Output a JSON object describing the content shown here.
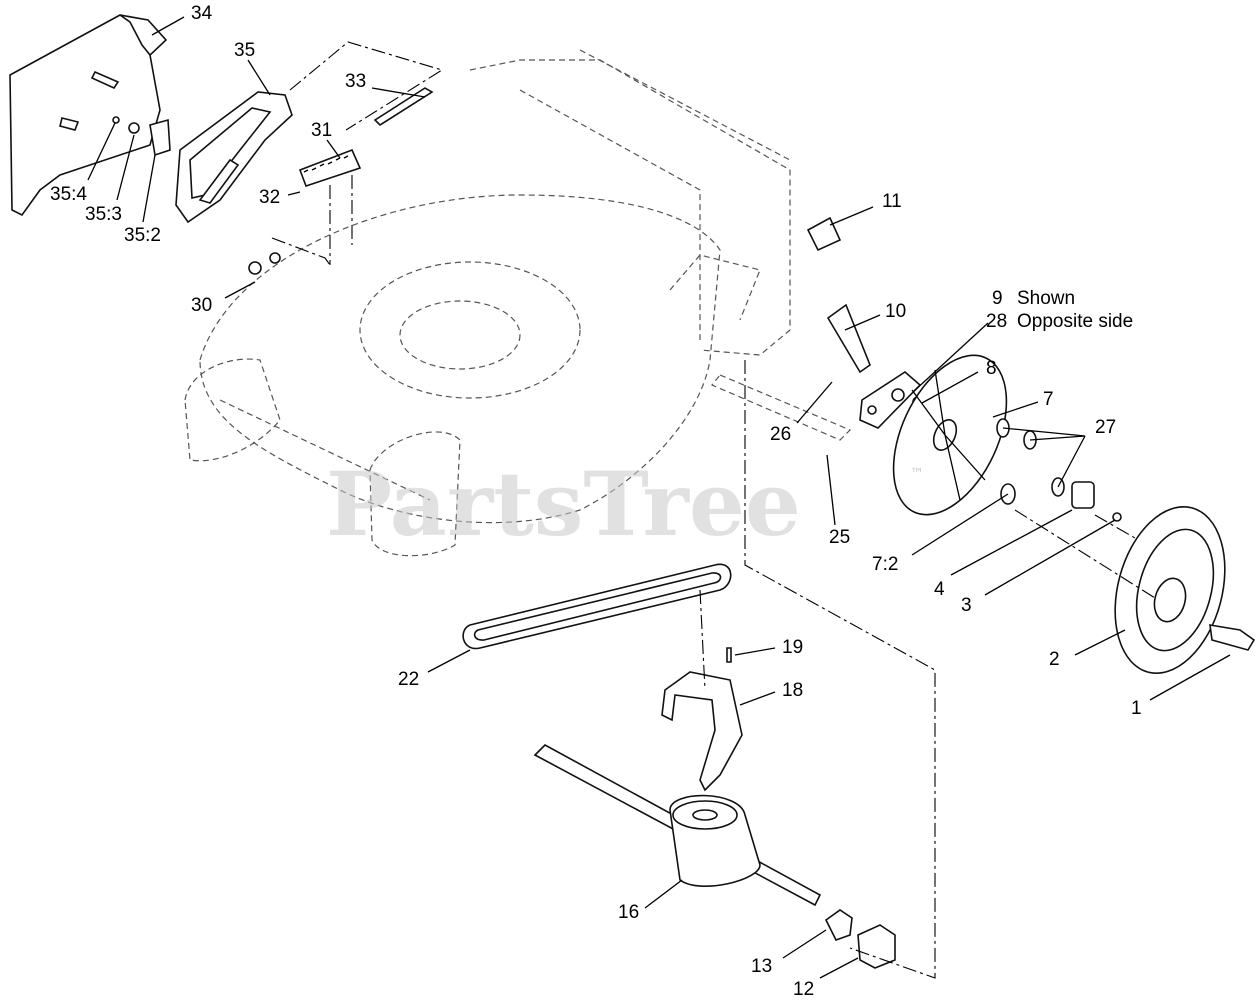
{
  "watermark": {
    "brand": "PartsTree",
    "mark": "™"
  },
  "callouts": [
    {
      "id": "34",
      "text": "34"
    },
    {
      "id": "35",
      "text": "35"
    },
    {
      "id": "33",
      "text": "33"
    },
    {
      "id": "31",
      "text": "31"
    },
    {
      "id": "32",
      "text": "32"
    },
    {
      "id": "35:4",
      "text": "35:4"
    },
    {
      "id": "35:3",
      "text": "35:3"
    },
    {
      "id": "35:2",
      "text": "35:2"
    },
    {
      "id": "30",
      "text": "30"
    },
    {
      "id": "11",
      "text": "11"
    },
    {
      "id": "10",
      "text": "10"
    },
    {
      "id": "9",
      "text": "9"
    },
    {
      "id": "28",
      "text": "28"
    },
    {
      "id": "8",
      "text": "8"
    },
    {
      "id": "7",
      "text": "7"
    },
    {
      "id": "27",
      "text": "27"
    },
    {
      "id": "26",
      "text": "26"
    },
    {
      "id": "25",
      "text": "25"
    },
    {
      "id": "7:2",
      "text": "7:2"
    },
    {
      "id": "4",
      "text": "4"
    },
    {
      "id": "3",
      "text": "3"
    },
    {
      "id": "2",
      "text": "2"
    },
    {
      "id": "1",
      "text": "1"
    },
    {
      "id": "22",
      "text": "22"
    },
    {
      "id": "19",
      "text": "19"
    },
    {
      "id": "18",
      "text": "18"
    },
    {
      "id": "16",
      "text": "16"
    },
    {
      "id": "13",
      "text": "13"
    },
    {
      "id": "12",
      "text": "12"
    }
  ],
  "notes": {
    "shown": "Shown",
    "opposite": "Opposite side"
  }
}
